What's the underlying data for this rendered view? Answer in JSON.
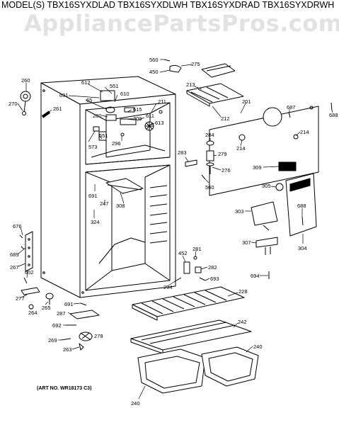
{
  "header": {
    "models": "MODEL(S) TBX16SYXDLAD  TBX16SYXDLWH  TBX16SYXDRAD  TBX16SYXDRWH",
    "watermark": "AppliancePartsPros.com"
  },
  "art_note": "(ART NO. WR18173 C3)",
  "callouts": [
    "560",
    "275",
    "450",
    "213",
    "260",
    "270",
    "612",
    "551",
    "691",
    "65",
    "610",
    "261",
    "211",
    "615",
    "209",
    "280",
    "611",
    "613",
    "551",
    "296",
    "573",
    "201",
    "687",
    "688",
    "214",
    "214",
    "212",
    "284",
    "283",
    "279",
    "276",
    "560",
    "309",
    "305",
    "691",
    "247",
    "308",
    "324",
    "303",
    "688",
    "307",
    "304",
    "676",
    "689",
    "267",
    "602",
    "452",
    "281",
    "282",
    "693",
    "694",
    "294",
    "228",
    "277",
    "264",
    "265",
    "691",
    "287",
    "692",
    "278",
    "269",
    "263",
    "242",
    "240",
    "240"
  ]
}
